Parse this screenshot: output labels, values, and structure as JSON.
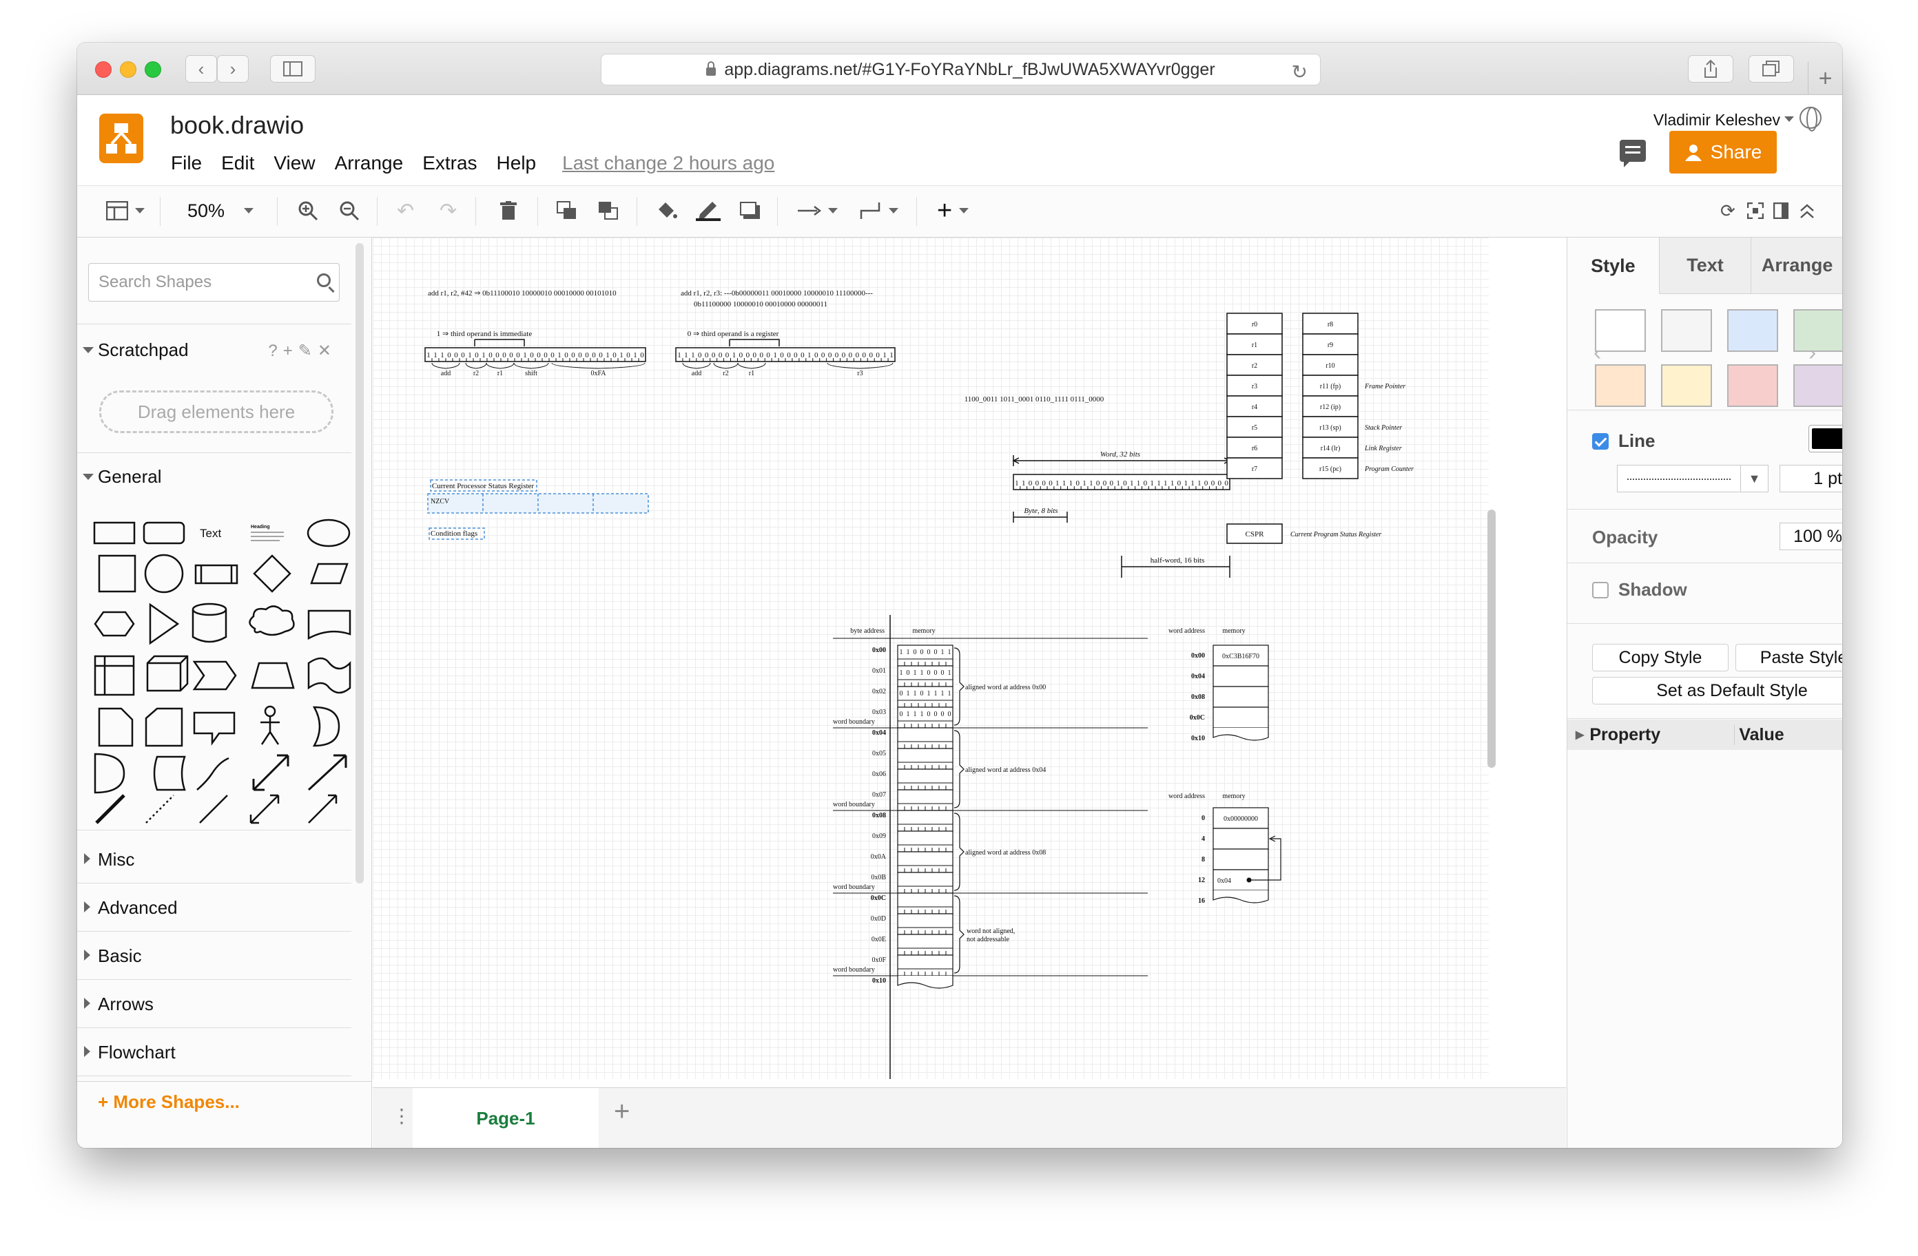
{
  "browser": {
    "url": "app.diagrams.net/#G1Y-FoYRaYNbLr_fBJwUWA5XWAYvr0gger"
  },
  "app": {
    "filename": "book.drawio",
    "menu": [
      "File",
      "Edit",
      "View",
      "Arrange",
      "Extras",
      "Help"
    ],
    "last_change": "Last change 2 hours ago",
    "user": "Vladimir Keleshev",
    "share_label": "Share",
    "brand_color": "#f08705"
  },
  "toolbar": {
    "zoom": "50%"
  },
  "sidebar": {
    "search_placeholder": "Search Shapes",
    "scratchpad_label": "Scratchpad",
    "scratchpad_tools": "?+✎✕",
    "drop_hint": "Drag elements here",
    "general_label": "General",
    "text_shape_label": "Text",
    "heading_shape_label": "Heading",
    "collapsed_sections": [
      "Misc",
      "Advanced",
      "Basic",
      "Arrows",
      "Flowchart"
    ],
    "more_shapes": "+ More Shapes..."
  },
  "pages": {
    "active": "Page-1"
  },
  "format_panel": {
    "tabs": [
      "Style",
      "Text",
      "Arrange"
    ],
    "swatches": [
      "#ffffff",
      "#f5f5f5",
      "#dae8fc",
      "#d5e8d4",
      "#ffe6cc",
      "#fff2cc",
      "#f8cecc",
      "#e1d5e7"
    ],
    "line_label": "Line",
    "line_color": "#000000",
    "line_width": "1 pt",
    "opacity_label": "Opacity",
    "opacity_value": "100 %",
    "shadow_label": "Shadow",
    "copy_style": "Copy Style",
    "paste_style": "Paste Style",
    "default_style": "Set as Default Style",
    "prop_col": "Property",
    "value_col": "Value"
  },
  "diagram": {
    "instr1": "add r1, r2, #42 ⇒ 0b11100010 10000010 00010000 00101010",
    "instr1_bits": "11100010100000100001000000101010",
    "instr1_note": "1 ⇒ third operand is immediate",
    "instr1_fields": [
      "add",
      "r2",
      "r1",
      "shift",
      "0xFA"
    ],
    "instr2": "add r1, r2, r3: ---0b00000011 00010000 10000010 11100000---",
    "instr2_sub": "0b11100000 10000010 00010000 00000011",
    "instr2_bits": "11100000100000100001000000000011",
    "instr2_note": "0 ⇒ third operand is a register",
    "instr2_fields": [
      "add",
      "r2",
      "r1",
      "r3"
    ],
    "word_hex": "1100_0011 1011_0001 0110_1111 0111_0000",
    "word_bits": "11000011101100010110111101110000",
    "word_label": "Word, 32 bits",
    "byte_label": "Byte, 8 bits",
    "halfword_label": "half-word, 16 bits",
    "cpsr_title": "Current Processor Status Register",
    "cpsr_flags": "NZCV",
    "cond_label": "Condition flags",
    "regs_left": [
      "r0",
      "r1",
      "r2",
      "r3",
      "r4",
      "r5",
      "r6",
      "r7"
    ],
    "regs_right": [
      "r8",
      "r9",
      "r10",
      "r11 (fp)",
      "r12 (ip)",
      "r13 (sp)",
      "r14 (lr)",
      "r15 (pc)"
    ],
    "reg_notes": [
      {
        "reg": 3,
        "text": "Frame Pointer"
      },
      {
        "reg": 5,
        "text": "Stack Pointer"
      },
      {
        "reg": 6,
        "text": "Link Register"
      },
      {
        "reg": 7,
        "text": "Program Counter"
      }
    ],
    "cspr": "CSPR",
    "cspr_note": "Current Program Status Register",
    "mem_header_addr": "byte address",
    "mem_header_mem": "memory",
    "mem_addrs": [
      "0x00",
      "0x01",
      "0x02",
      "0x03",
      "0x04",
      "0x05",
      "0x06",
      "0x07",
      "0x08",
      "0x09",
      "0x0A",
      "0x0B",
      "0x0C",
      "0x0D",
      "0x0E",
      "0x0F",
      "0x10"
    ],
    "mem_bytes": [
      "11000011",
      "10110001",
      "01101111",
      "01110000"
    ],
    "word_boundary": "word boundary",
    "aligned": [
      "aligned word at address 0x00",
      "aligned word at address 0x04",
      "aligned word at address 0x08"
    ],
    "not_aligned": [
      "word not aligned,",
      "not addressable"
    ],
    "wm1_addr_header": "word address",
    "wm1_mem_header": "memory",
    "wm1_addrs": [
      "0x00",
      "0x04",
      "0x08",
      "0x0C",
      "0x10"
    ],
    "wm1_value": "0xC3B16F70",
    "wm2_addr_header": "word address",
    "wm2_mem_header": "memory",
    "wm2_addrs": [
      "0",
      "4",
      "8",
      "12",
      "16"
    ],
    "wm2_value0": "0x00000000",
    "wm2_value3": "0x04"
  }
}
